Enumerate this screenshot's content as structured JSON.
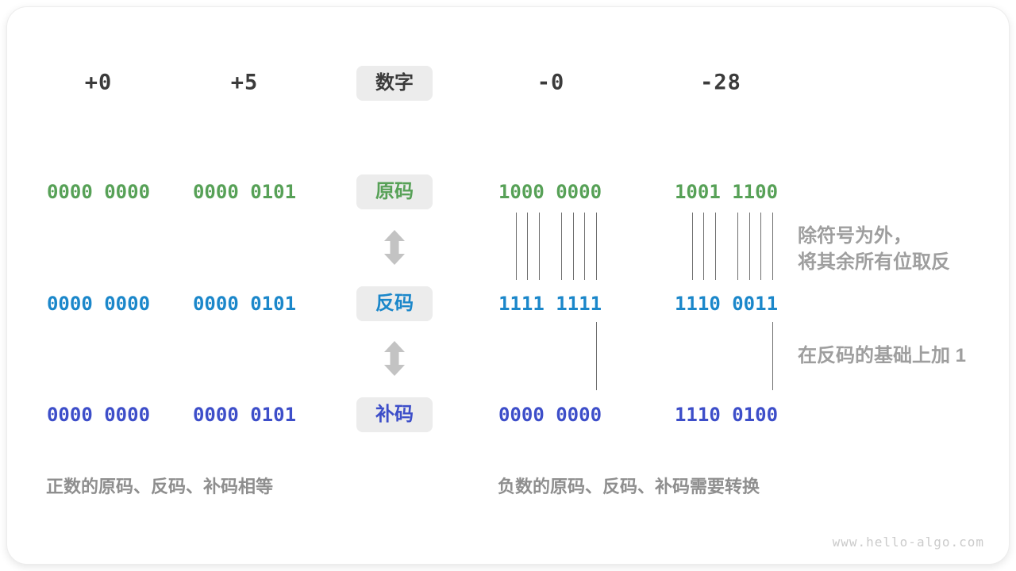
{
  "header": {
    "numbers": [
      "+0",
      "+5",
      "-0",
      "-28"
    ],
    "label": "数字"
  },
  "rows": [
    {
      "label": "原码",
      "color": "#57a157",
      "values": [
        "0000 0000",
        "0000 0101",
        "1000 0000",
        "1001 1100"
      ]
    },
    {
      "label": "反码",
      "color": "#1b87ca",
      "values": [
        "0000 0000",
        "0000 0101",
        "1111 1111",
        "1110 0011"
      ]
    },
    {
      "label": "补码",
      "color": "#3d4ec9",
      "values": [
        "0000 0000",
        "0000 0101",
        "0000 0000",
        "1110 0100"
      ]
    }
  ],
  "annotations": {
    "flip_line1": "除符号为外，",
    "flip_line2": "将其余所有位取反",
    "add_one": "在反码的基础上加 1",
    "positive_note": "正数的原码、反码、补码相等",
    "negative_note": "负数的原码、反码、补码需要转换"
  },
  "watermark": "www.hello-algo.com",
  "colors": {
    "sign_magnitude_green": "#57a157",
    "ones_complement_blue": "#1b87ca",
    "twos_complement_indigo": "#3d4ec9",
    "dark_text": "#3b3b3b",
    "label_box_bg": "#ececec",
    "annotation_gray": "#9e9e9e",
    "note_gray": "#8e8e8e",
    "arrow_gray": "#c3c3c3",
    "bit_line_gray": "#6e6e6e",
    "watermark_gray": "#cbcbcb"
  }
}
